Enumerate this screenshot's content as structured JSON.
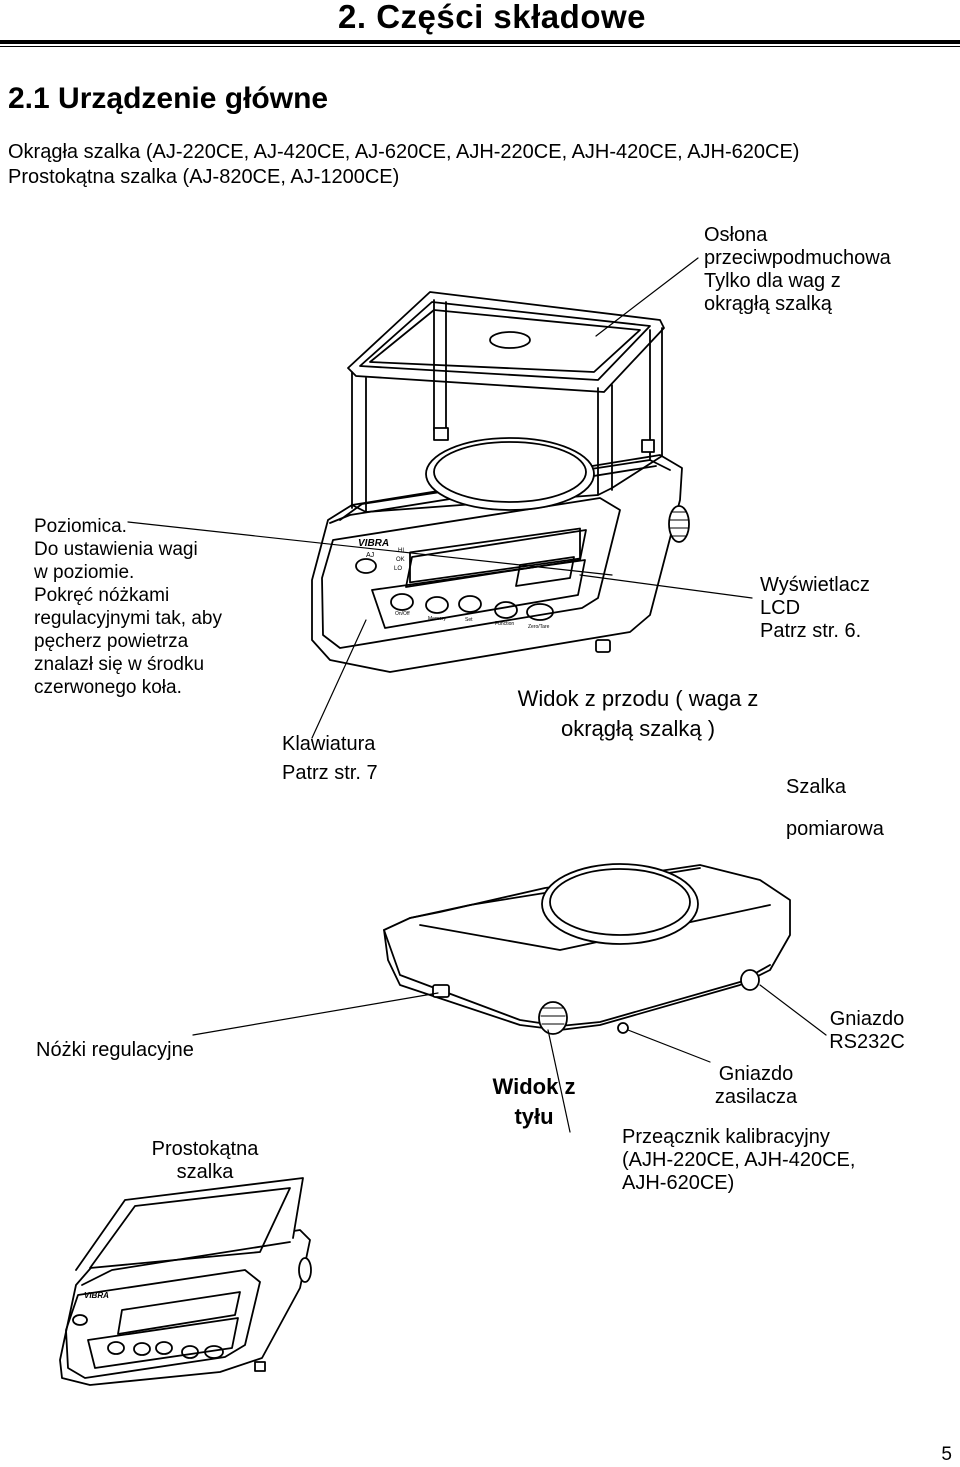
{
  "header": {
    "chapter_title": "2.   Części składowe",
    "section_title": "2.1   Urządzenie główne"
  },
  "intro": {
    "line1": "Okrągła szalka (AJ-220CE, AJ-420CE, AJ-620CE, AJH-220CE, AJH-420CE, AJH-620CE)",
    "line2": "Prostokątna szalka (AJ-820CE, AJ-1200CE)"
  },
  "labels": {
    "draft_shield": [
      "Osłona",
      "przeciwpodmuchowa",
      "Tylko dla wag z",
      "okrągłą szalką"
    ],
    "level": [
      "Poziomica.",
      "Do ustawienia wagi",
      "w poziomie.",
      "Pokręć nóżkami",
      "regulacyjnymi tak, aby",
      "pęcherz powietrza",
      "znalazł się w środku",
      "czerwonego koła."
    ],
    "keyboard": [
      "Klawiatura",
      "Patrz str. 7"
    ],
    "display": [
      "Wyświetlacz",
      "LCD",
      "Patrz str. 6."
    ],
    "front_view": [
      "Widok z przodu ( waga z",
      "okrągłą szalką )"
    ],
    "pan": [
      "Szalka",
      "pomiarowa"
    ],
    "feet": "Nóżki regulacyjne",
    "rect_pan": [
      "Prostokątna",
      "szalka"
    ],
    "rear_view": [
      "Widok z",
      "tyłu"
    ],
    "power_socket": [
      "Gniazdo",
      "zasilacza"
    ],
    "rs232": [
      "Gniazdo",
      "RS232C"
    ],
    "cal_switch": [
      "Przeącznik kalibracyjny",
      "(AJH-220CE, AJH-420CE,",
      "AJH-620CE)"
    ]
  },
  "device": {
    "brand": "VIBRA",
    "model": "AJ",
    "indicators": [
      "HI",
      "OK",
      "LO"
    ],
    "keys": [
      "On/Off",
      "Memory",
      "Set",
      "Function",
      "Zero/Tare"
    ]
  },
  "footer": {
    "page_number": "5"
  }
}
